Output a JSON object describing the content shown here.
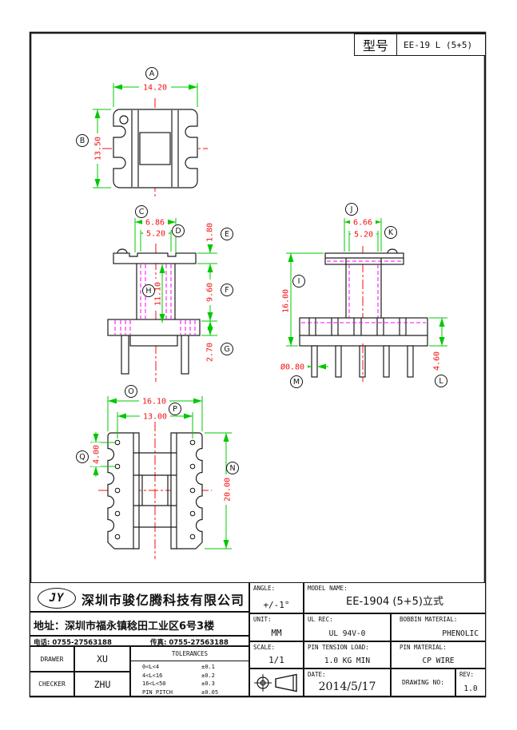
{
  "colors": {
    "dim_line": "#00c800",
    "dim_text": "#f50f0f",
    "hidden_line": "#ff00ff",
    "center_line": "#f50f0f",
    "outline": "#1c1c1c"
  },
  "header": {
    "model_label": "型号",
    "model_value": "EE-19 L (5+5)"
  },
  "dims": {
    "A": {
      "letter": "A",
      "value": "14.20"
    },
    "B": {
      "letter": "B",
      "value": "13.50"
    },
    "C": {
      "letter": "C",
      "value": "6.86"
    },
    "D": {
      "letter": "D",
      "value": "5.20"
    },
    "E": {
      "letter": "E",
      "value": "1.80"
    },
    "F": {
      "letter": "F",
      "value": "9.60"
    },
    "G": {
      "letter": "G",
      "value": "2.70"
    },
    "H": {
      "letter": "H",
      "value": "11.10"
    },
    "I": {
      "letter": "I",
      "value": "16.00"
    },
    "J": {
      "letter": "J",
      "value": "6.66"
    },
    "K": {
      "letter": "K",
      "value": "5.20"
    },
    "L": {
      "letter": "L",
      "value": "4.60"
    },
    "M": {
      "letter": "M",
      "value": "Ø0.80"
    },
    "N": {
      "letter": "N",
      "value": "20.00"
    },
    "O": {
      "letter": "O",
      "value": "16.10"
    },
    "P": {
      "letter": "P",
      "value": "13.00"
    },
    "Q": {
      "letter": "Q",
      "value": "4.00"
    }
  },
  "title_block": {
    "company": {
      "logo": "JY",
      "name": "深圳市骏亿腾科技有限公司"
    },
    "address": "地址：深圳市福永镇稔田工业区6号3楼",
    "phone": "电话: 0755-27563188",
    "fax": "传真: 0755-27563188",
    "drawer_label": "DRAWER",
    "drawer": "XU",
    "checker_label": "CHECKER",
    "checker": "ZHU",
    "tolerances_title": "TOLERANCES",
    "tolerances": [
      {
        "range": "0<L<4",
        "tol": "±0.1"
      },
      {
        "range": "4<L<16",
        "tol": "±0.2"
      },
      {
        "range": "16<L<50",
        "tol": "±0.3"
      },
      {
        "range": "PIN PITCH",
        "tol": "±0.05"
      }
    ],
    "angle_label": "ANGLE:",
    "angle": "+/-1°",
    "unit_label": "UNIT:",
    "unit": "MM",
    "scale_label": "SCALE:",
    "scale": "1/1",
    "model_name_label": "MODEL NAME:",
    "model_name": "EE-1904 (5+5)立式",
    "ul_label": "UL REC:",
    "ul": "UL 94V-0",
    "bobbin_label": "BOBBIN MATERIAL:",
    "bobbin": "PHENOLIC",
    "pin_tension_label": "PIN TENSION LOAD:",
    "pin_tension": "1.0 KG MIN",
    "pin_material_label": "PIN MATERIAL:",
    "pin_material": "CP WIRE",
    "date_label": "DATE:",
    "date": "2014/5/17",
    "drawing_no_label": "DRAWING NO:",
    "rev_label": "REV:",
    "rev": "1.0"
  }
}
